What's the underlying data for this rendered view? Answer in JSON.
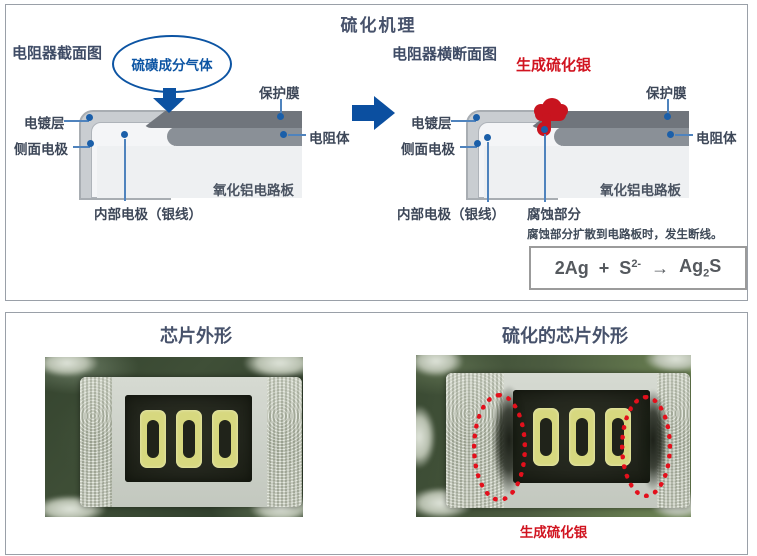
{
  "colors": {
    "accent_blue": "#0c54a3",
    "alert_red": "#d11420",
    "title_text": "#47526b",
    "film_gray": "#70757c",
    "body_gray": "#8a9097"
  },
  "top_panel": {
    "title": "硫化机理",
    "left_diagram": {
      "section_title": "电阻器截面图",
      "gas_bubble": "硫磺成分气体",
      "labels": {
        "plating": "电镀层",
        "side_electrode": "侧面电极",
        "protective_film": "保护膜",
        "resistor_body": "电阻体",
        "board": "氧化铝电路板",
        "inner_electrode": "内部电极（银线）"
      }
    },
    "right_diagram": {
      "section_title": "电阻器横断面图",
      "sulfide_label": "生成硫化银",
      "labels": {
        "plating": "电镀层",
        "side_electrode": "侧面电极",
        "protective_film": "保护膜",
        "resistor_body": "电阻体",
        "board": "氧化铝电路板",
        "inner_electrode": "内部电极（银线）",
        "corroded_part": "腐蚀部分"
      },
      "caption": "腐蚀部分扩散到电路板时，发生断线。",
      "formula": {
        "full": "2Ag + S2- → Ag2S",
        "p1": "2Ag",
        "plus": "+",
        "s": "S",
        "sup": "2-",
        "arrow": "→",
        "ag": "Ag",
        "sub": "2",
        "s2": "S"
      }
    }
  },
  "bottom_panel": {
    "left_photo": {
      "title": "芯片外形",
      "chip_marking": "000"
    },
    "right_photo": {
      "title": "硫化的芯片外形",
      "chip_marking": "000",
      "caption": "生成硫化银"
    }
  }
}
